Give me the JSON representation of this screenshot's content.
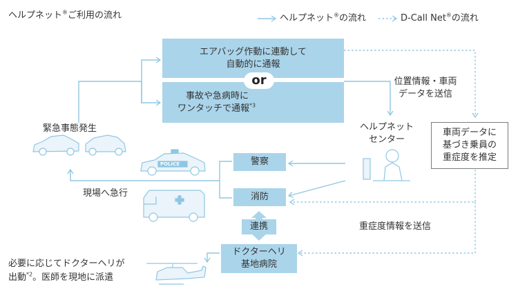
{
  "header": {
    "title": "ヘルプネット",
    "title_sup": "®",
    "title_suffix": "ご利用の流れ",
    "legend_solid": "ヘルプネット",
    "legend_solid_sup": "®",
    "legend_solid_suffix": "の流れ",
    "legend_dotted": "D-Call Net",
    "legend_dotted_sup": "®",
    "legend_dotted_suffix": "の流れ"
  },
  "nodes": {
    "airbag_line1": "エアバッグ作動に連動して",
    "airbag_line2": "自動的に通報",
    "or": "or",
    "onetouch_line1": "事故や急病時に",
    "onetouch_line2": "ワンタッチで通報",
    "onetouch_note": "*3",
    "emergency": "緊急事態発生",
    "helpnet_line1": "ヘルプネット",
    "helpnet_line2": "センター",
    "police": "警察",
    "fire": "消防",
    "cooperation": "連携",
    "doctor_line1": "ドクターヘリ",
    "doctor_line2": "基地病院",
    "estimate_line1": "車両データに",
    "estimate_line2": "基づき乗員の",
    "estimate_line3": "重症度を推定",
    "police_car_text": "POLICE"
  },
  "labels": {
    "position_line1": "位置情報・車両",
    "position_line2": "データを送信",
    "rush": "現場へ急行",
    "severity": "重症度情報を送信",
    "heli_line1": "必要に応じてドクターヘリが",
    "heli_line2": "出動",
    "heli_note": "*2",
    "heli_line3": "。医師を現地に派遣"
  },
  "colors": {
    "accent": "#aad4ea",
    "line": "#8fc6e2",
    "button": "#e84a3b"
  }
}
